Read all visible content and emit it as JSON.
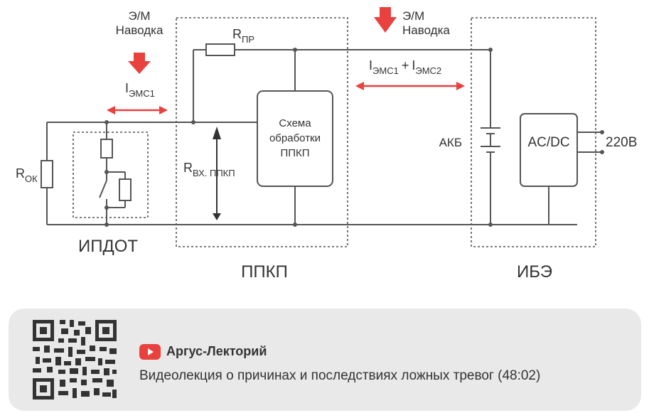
{
  "diagram": {
    "emi_label_left": [
      "Э/М",
      "Наводка"
    ],
    "emi_label_right": [
      "Э/М",
      "Наводка"
    ],
    "r_pr": {
      "main": "R",
      "sub": "ПР"
    },
    "r_ok": {
      "main": "R",
      "sub": "ОК"
    },
    "r_in": {
      "main": "R",
      "sub": "ВХ. ППКП"
    },
    "i_emc1_left": {
      "main": "I",
      "sub": "ЭМС1"
    },
    "i_emc_sum": {
      "a_main": "I",
      "a_sub": "ЭМС1",
      "plus": "+",
      "b_main": "I",
      "b_sub": "ЭМС2"
    },
    "processing_block": [
      "Схема",
      "обработки",
      "ППКП"
    ],
    "akb_label": "АКБ",
    "acdc_label": "AC/DC",
    "mains_label": "220В",
    "block_ipdot": "ИПДОТ",
    "block_ppkp": "ППКП",
    "block_ibe": "ИБЭ",
    "colors": {
      "arrow": "#e8413e",
      "line": "#555555",
      "text": "#333333"
    }
  },
  "promo": {
    "channel": "Аргус-Лекторий",
    "description": "Видеолекция о причинах и последствиях ложных тревог (48:02)",
    "icons": [
      "qr-code-icon",
      "youtube-icon"
    ],
    "colors": {
      "card": "#e9e9e9",
      "youtube": "#e8413e"
    }
  }
}
